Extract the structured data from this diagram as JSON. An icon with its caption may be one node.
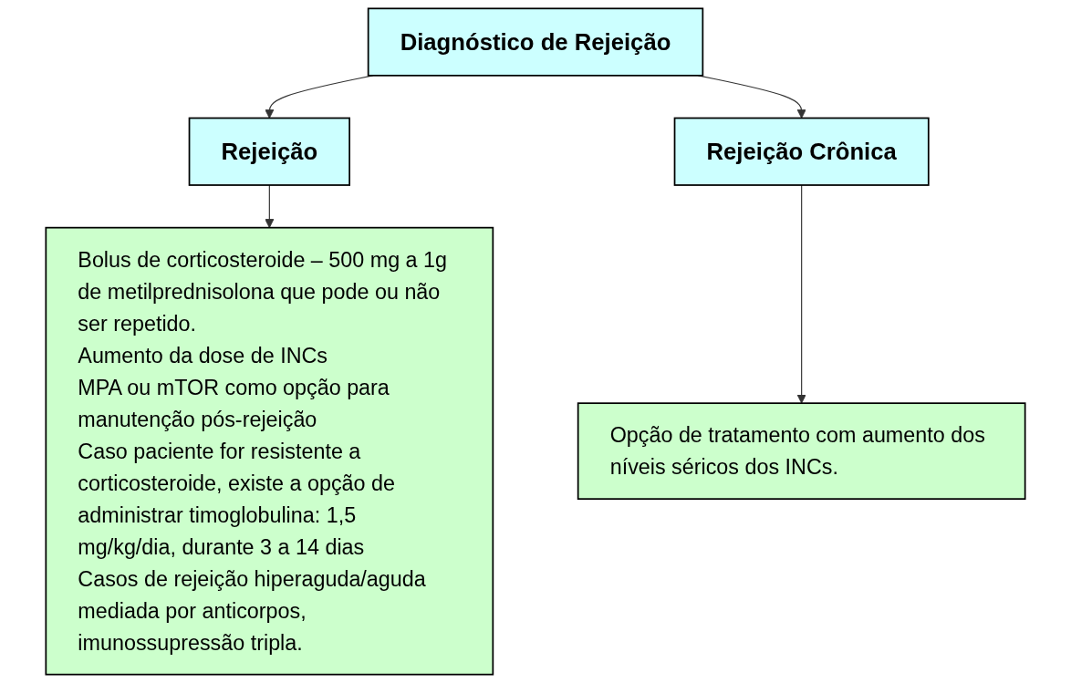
{
  "diagram": {
    "nodes": [
      {
        "text": [
          "Diagnóstico de Rejeição"
        ]
      },
      {
        "text": [
          "Rejeição"
        ]
      },
      {
        "text": [
          "Rejeição Crônica"
        ]
      },
      {
        "text": [
          "Bolus de corticosteroide – 500 mg a 1g de metilprednisolona que pode ou não ser repetido.",
          "Aumento da dose de INCs",
          "MPA ou mTOR como opção para manutenção pós-rejeição",
          "Caso paciente for resistente a corticosteroide, existe a opção de administrar timoglobulina: 1,5 mg/kg/dia, durante 3 a 14 dias",
          "Casos de rejeição hiperaguda/aguda mediada por anticorpos, imunossupressão tripla."
        ]
      },
      {
        "text": [
          "Opção de tratamento com aumento dos níveis séricos dos INCs."
        ]
      }
    ],
    "edges": [
      {
        "from": 0,
        "to": 1,
        "arrow": "to"
      },
      {
        "from": 0,
        "to": 2,
        "arrow": "to"
      },
      {
        "from": 1,
        "to": 3,
        "arrow": "to"
      },
      {
        "from": 2,
        "to": 4,
        "arrow": "to"
      }
    ]
  }
}
